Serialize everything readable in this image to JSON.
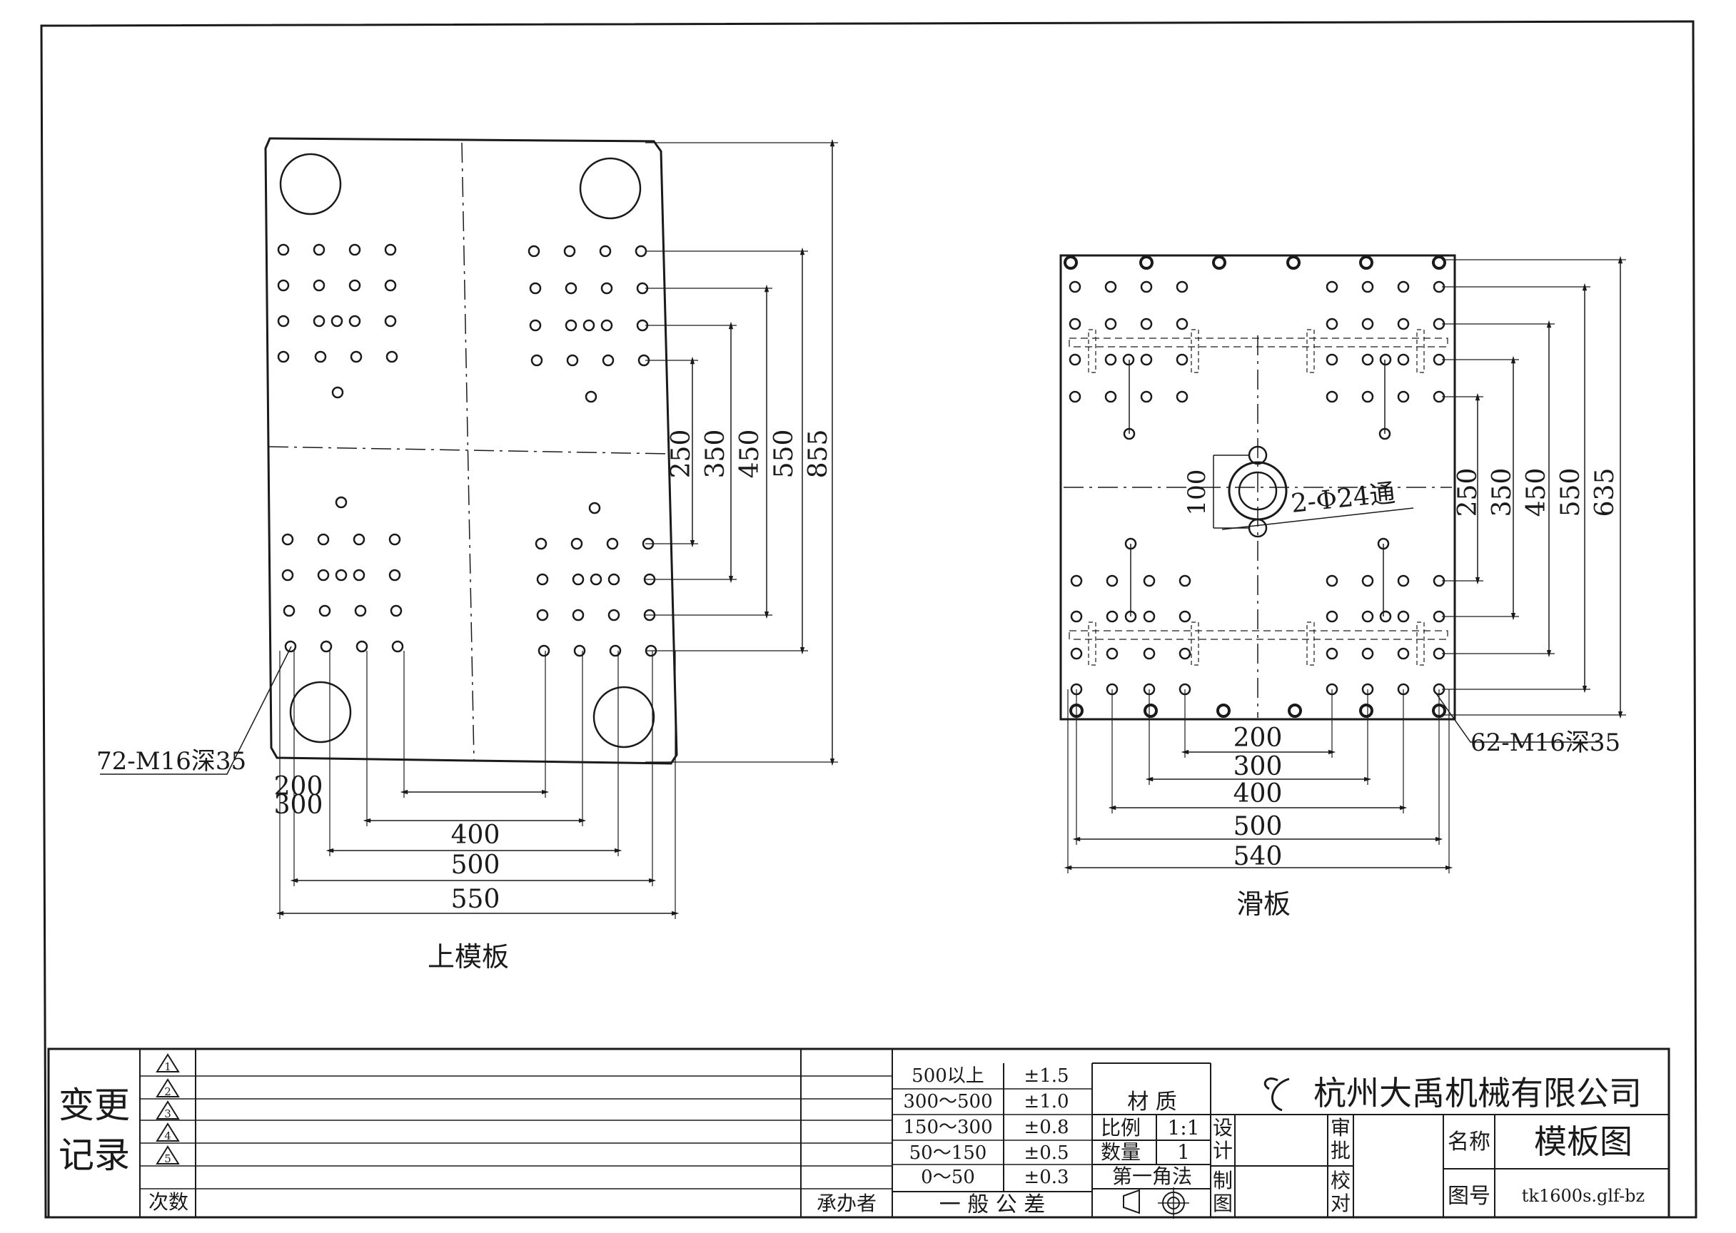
{
  "top_platen": {
    "title": "上模板",
    "hole_note": "72-M16深35",
    "horizontal_dims": [
      "200",
      "300",
      "400",
      "500",
      "550"
    ],
    "vertical_dims": [
      "250",
      "350",
      "450",
      "550",
      "855"
    ]
  },
  "slide_plate": {
    "title": "滑板",
    "hole_note": "62-M16深35",
    "center_hole_note": "2-Φ24通",
    "center_offset_dim": "100",
    "horizontal_dims": [
      "200",
      "300",
      "400",
      "500",
      "540"
    ],
    "vertical_dims": [
      "250",
      "350",
      "450",
      "550",
      "635"
    ]
  },
  "title_block": {
    "change_record_label": [
      "变更",
      "记录"
    ],
    "revision_marks": [
      "1",
      "2",
      "3",
      "4",
      "5"
    ],
    "count_label": "次数",
    "handler_label": "承办者",
    "general_tolerance_label": "一 般 公 差",
    "tolerances": [
      {
        "range": "500以上",
        "value": "±1.5"
      },
      {
        "range": "300～500",
        "value": "±1.0"
      },
      {
        "range": "150～300",
        "value": "±0.8"
      },
      {
        "range": "50～150",
        "value": "±0.5"
      },
      {
        "range": "0～50",
        "value": "±0.3"
      }
    ],
    "material_label": "材 质",
    "scale_label": "比例",
    "scale_value": "1:1",
    "quantity_label": "数量",
    "quantity_value": "1",
    "projection_label": "第一角法",
    "design_label": "设计",
    "draw_label": "制图",
    "review_label": "审批",
    "check_label": "校对",
    "company": "杭州大禹机械有限公司",
    "name_label": "名称",
    "drawing_name": "模板图",
    "number_label": "图号",
    "drawing_number": "tk1600s.glf-bz"
  }
}
